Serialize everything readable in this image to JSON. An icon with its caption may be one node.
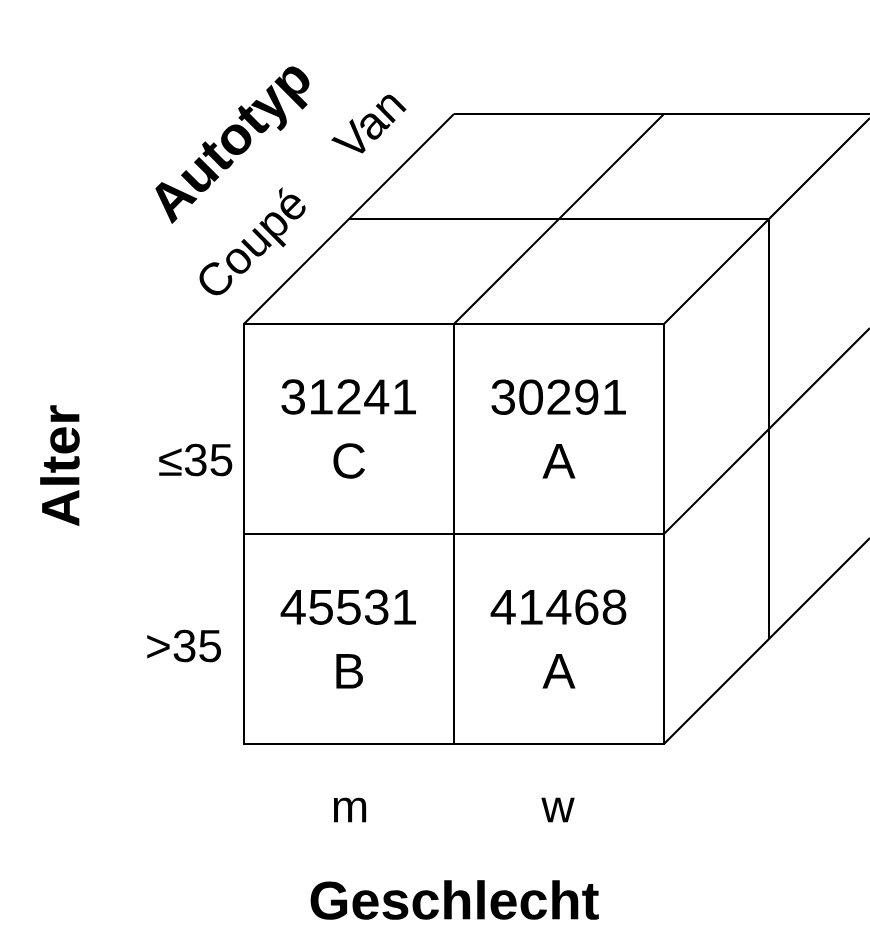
{
  "diagram": {
    "nodes": [
      {
        "text": [
          "31241",
          "C"
        ]
      },
      {
        "text": [
          "30291",
          "A"
        ]
      },
      {
        "text": [
          "45531",
          "B"
        ]
      },
      {
        "text": [
          "41468",
          "A"
        ]
      }
    ],
    "labels": [
      "Autotyp",
      "Coupé",
      "Van",
      "Alter",
      "≤35",
      ">35",
      "m",
      "w",
      "Geschlecht"
    ]
  }
}
